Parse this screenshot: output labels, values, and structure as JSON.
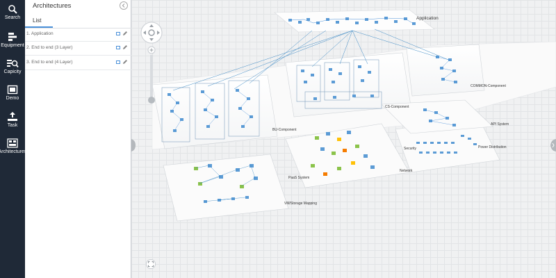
{
  "nav": {
    "items": [
      {
        "label": "Search",
        "icon": "search-icon"
      },
      {
        "label": "Equipment",
        "icon": "equipment-icon"
      },
      {
        "label": "Capicity",
        "icon": "capacity-icon"
      },
      {
        "label": "Demo",
        "icon": "demo-icon"
      },
      {
        "label": "Task",
        "icon": "task-icon"
      },
      {
        "label": "Architectures",
        "icon": "architectures-icon"
      }
    ]
  },
  "panel": {
    "title": "Architectures",
    "tab": "List",
    "rows": [
      {
        "label": "1. Application"
      },
      {
        "label": "2. End to end (3 Layer)"
      },
      {
        "label": "3. End to end (4 Layer)"
      }
    ]
  },
  "canvas": {
    "labels": {
      "application": "Application",
      "bu_component": "BU-Component",
      "cs_component": "CS-Component",
      "ce_component": "COMMON-Component",
      "pall_system": "PaaS System",
      "api_system": "API System",
      "power_distribution": "Power Distribution",
      "network": "Network",
      "security": "Security",
      "vm_mapping": "VM/Storage Mapping"
    }
  },
  "colors": {
    "nav_bg": "#1f2937",
    "accent": "#4a90d9",
    "canvas_bg": "#f0f1f2"
  }
}
